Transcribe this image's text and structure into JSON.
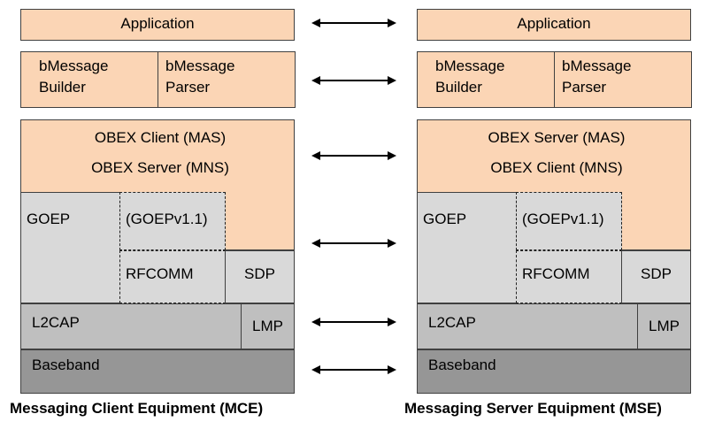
{
  "client": {
    "application": "Application",
    "builder_line1": "bMessage",
    "builder_line2": "Builder",
    "parser_line1": "bMessage",
    "parser_line2": "Parser",
    "obex_line1": "OBEX Client (MAS)",
    "obex_line2": "OBEX Server (MNS)",
    "goep": "GOEP",
    "goepv": "(GOEPv1.1)",
    "rfcomm": "RFCOMM",
    "sdp": "SDP",
    "l2cap": "L2CAP",
    "lmp": "LMP",
    "baseband": "Baseband",
    "caption": "Messaging Client Equipment (MCE)"
  },
  "server": {
    "application": "Application",
    "builder_line1": "bMessage",
    "builder_line2": "Builder",
    "parser_line1": "bMessage",
    "parser_line2": "Parser",
    "obex_line1": "OBEX Server (MAS)",
    "obex_line2": "OBEX Client (MNS)",
    "goep": "GOEP",
    "goepv": "(GOEPv1.1)",
    "rfcomm": "RFCOMM",
    "sdp": "SDP",
    "l2cap": "L2CAP",
    "lmp": "LMP",
    "baseband": "Baseband",
    "caption": "Messaging Server Equipment (MSE)"
  },
  "colors": {
    "profile_layer": "#fbd5b5",
    "protocol_layer": "#d9d9d9",
    "l2cap_layer": "#bfbfbf",
    "baseband_layer": "#969696"
  }
}
